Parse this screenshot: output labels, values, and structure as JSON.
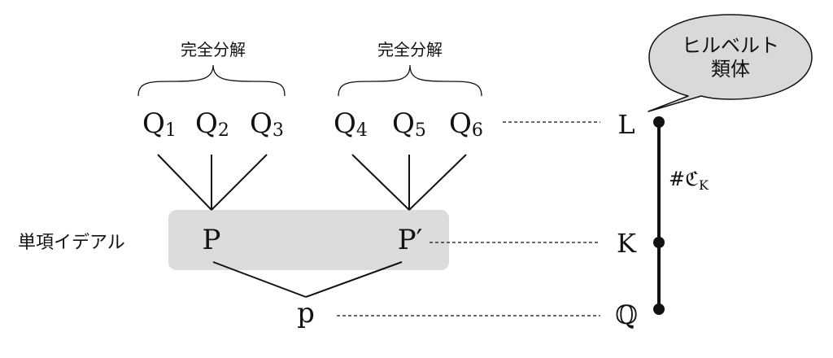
{
  "groups": [
    {
      "label": "完全分解"
    },
    {
      "label": "完全分解"
    }
  ],
  "upper_primes": [
    {
      "base": "Q",
      "sub": "1"
    },
    {
      "base": "Q",
      "sub": "2"
    },
    {
      "base": "Q",
      "sub": "3"
    },
    {
      "base": "Q",
      "sub": "4"
    },
    {
      "base": "Q",
      "sub": "5"
    },
    {
      "base": "Q",
      "sub": "6"
    }
  ],
  "middle_primes": [
    {
      "label": "P"
    },
    {
      "label": "P′"
    }
  ],
  "principal_label": "単項イデアル",
  "bottom_prime": "p",
  "fields": {
    "top": "L",
    "middle": "K",
    "bottom": "ℚ"
  },
  "degree_label": {
    "base": "#ℭ",
    "sub": "K"
  },
  "callout": {
    "line1": "ヒルベルト",
    "line2": "類体"
  },
  "colors": {
    "highlight": "#dcdcdc",
    "bubble": "#d9d9d9",
    "line": "#111111"
  }
}
